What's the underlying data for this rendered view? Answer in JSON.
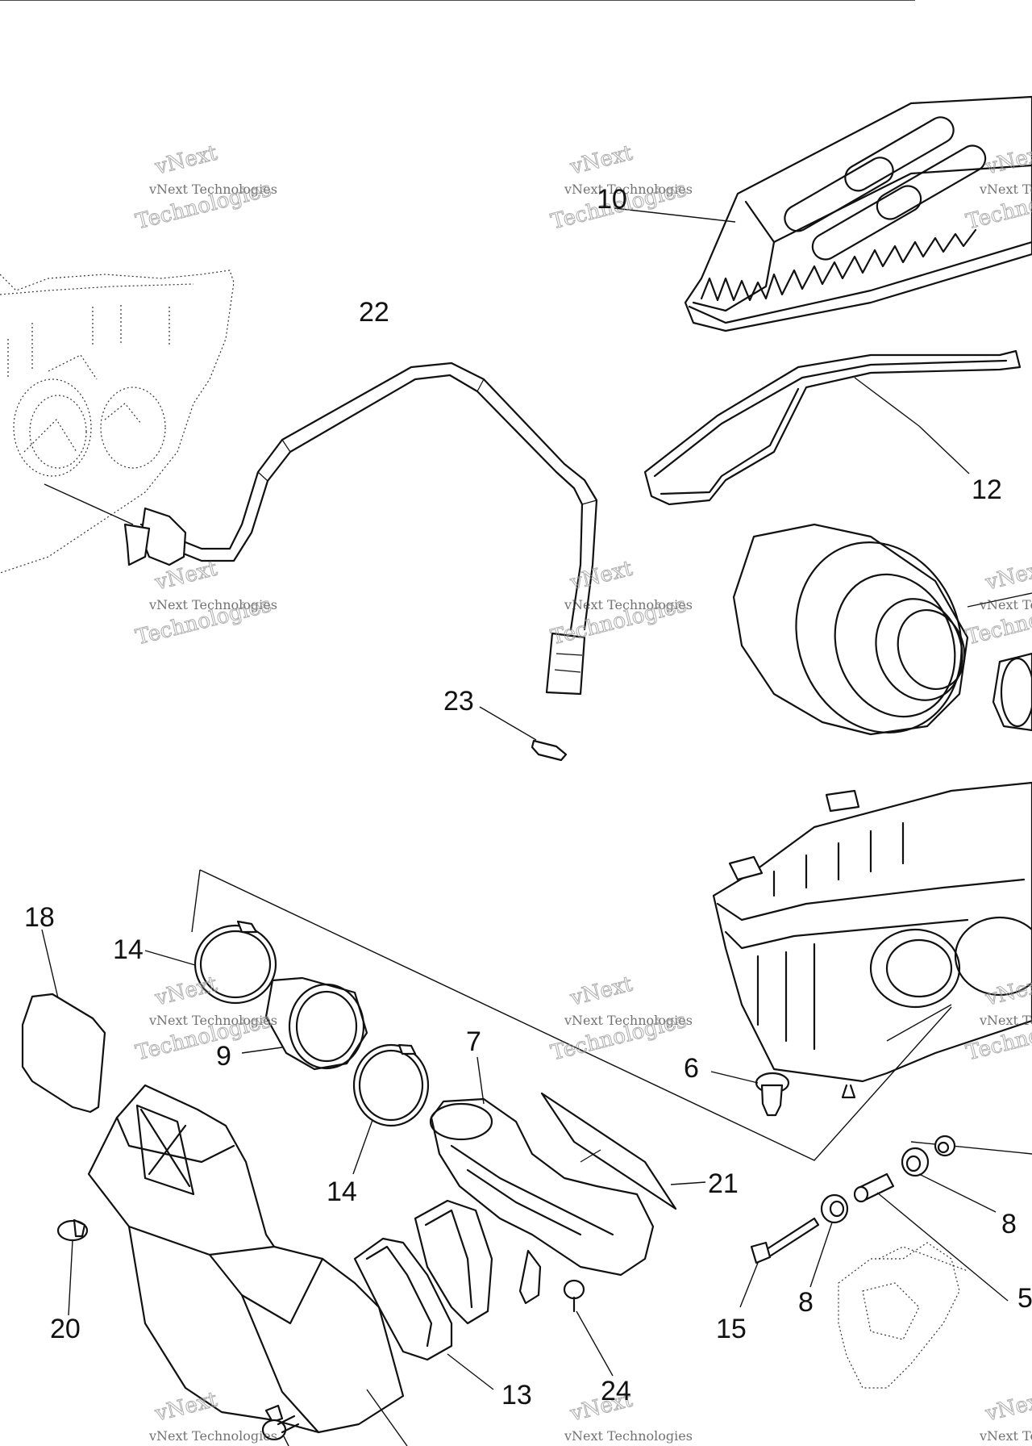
{
  "watermark": {
    "line1": "vNext",
    "line2": "vNext Technologies",
    "line3": "Technologies"
  },
  "callouts": {
    "c22": "22",
    "c10": "10",
    "c12": "12",
    "c23": "23",
    "c18": "18",
    "c14a": "14",
    "c9": "9",
    "c14b": "14",
    "c7": "7",
    "c6": "6",
    "c21": "21",
    "c8a": "8",
    "c8b": "8",
    "c5": "5",
    "c15": "15",
    "c20": "20",
    "c13": "13",
    "c24": "24"
  }
}
